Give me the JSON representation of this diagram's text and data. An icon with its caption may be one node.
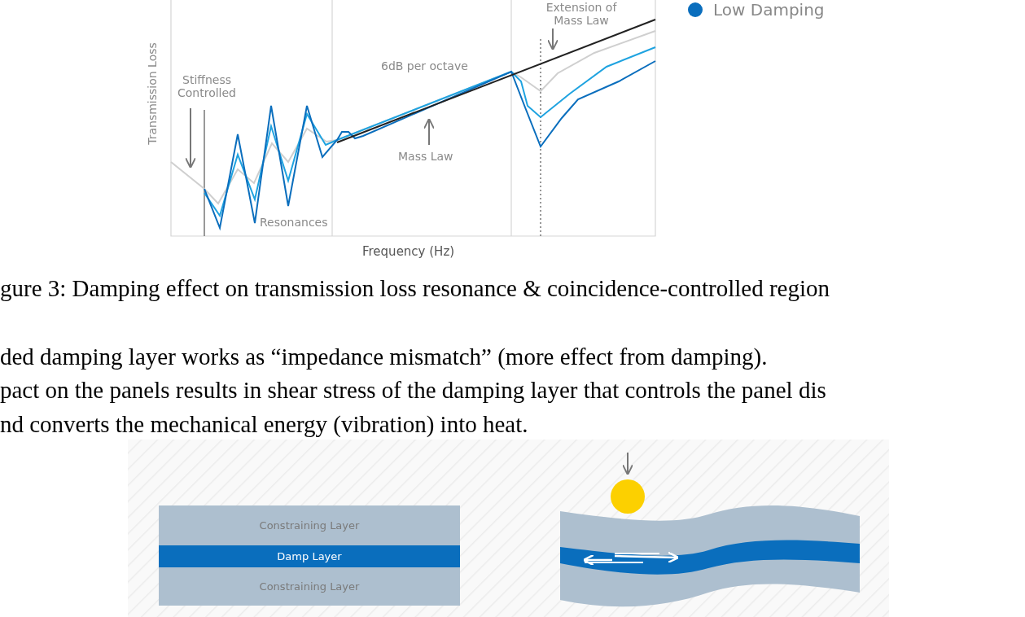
{
  "diagram": {
    "caption": "gure 3: Damping effect on transmission loss resonance & coincidence-controlled region",
    "nodes": [
      {
        "text": [
          "Constraining Layer"
        ]
      },
      {
        "text": [
          "Damp Layer"
        ]
      },
      {
        "text": [
          "Constraining Layer"
        ]
      }
    ],
    "edges": [],
    "labels": [
      "Extension of Mass Law",
      "Transmission Loss",
      "6dB per octave",
      "Stiffness Controlled",
      "Mass Law",
      "Resonances",
      "Frequency (Hz)",
      "ded damping layer works as “impedance mismatch” (more effect from damping).",
      "pact on the panels results in shear stress of the damping layer that controls the panel dis",
      "nd converts the mechanical energy (vibration) into heat."
    ],
    "legend": [
      {
        "text": "Low Damping",
        "color": "#0a6ebd"
      }
    ]
  }
}
